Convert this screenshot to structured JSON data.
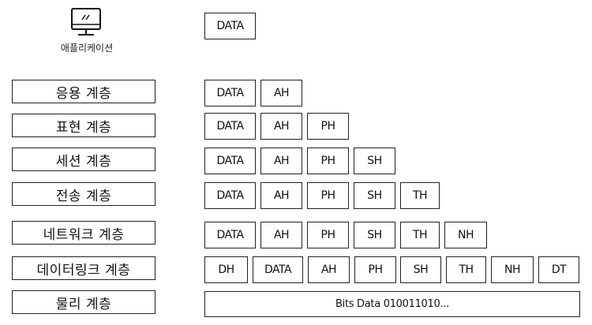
{
  "application": {
    "icon": "monitor-icon",
    "label": "애플리케이션",
    "top_data": "DATA"
  },
  "layers": [
    {
      "name": "응용 계층",
      "headers": [
        "DATA",
        "AH"
      ]
    },
    {
      "name": "표현 계층",
      "headers": [
        "DATA",
        "AH",
        "PH"
      ]
    },
    {
      "name": "세션 계층",
      "headers": [
        "DATA",
        "AH",
        "PH",
        "SH"
      ]
    },
    {
      "name": "전송 계층",
      "headers": [
        "DATA",
        "AH",
        "PH",
        "SH",
        "TH"
      ]
    },
    {
      "name": "네트워크 계층",
      "headers": [
        "DATA",
        "AH",
        "PH",
        "SH",
        "TH",
        "NH"
      ]
    },
    {
      "name": "데이터링크 계층",
      "headers": [
        "DH",
        "DATA",
        "AH",
        "PH",
        "SH",
        "TH",
        "NH",
        "DT"
      ]
    },
    {
      "name": "물리 계층",
      "bits": "Bits Data 010011010..."
    }
  ]
}
